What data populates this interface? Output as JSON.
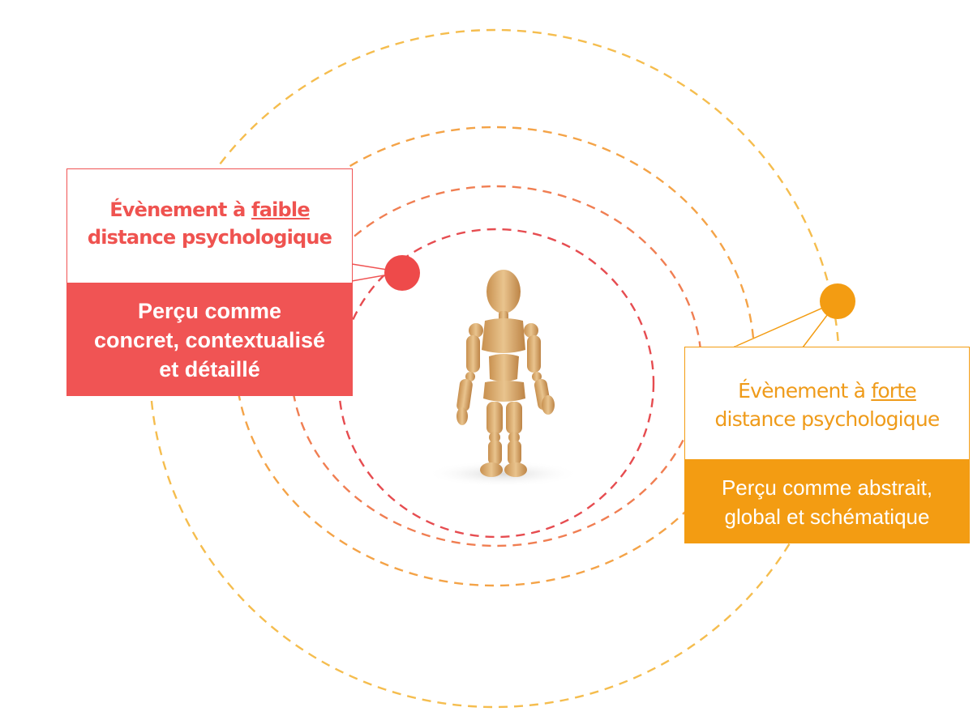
{
  "near_event": {
    "title_line1_prefix": "Évènement à ",
    "title_line1_underlined": "faible",
    "title_line2": "distance psychologique",
    "description_lines": [
      "Perçu comme",
      "concret, contextualisé",
      "et détaillé"
    ],
    "color": "#f05454"
  },
  "far_event": {
    "title_line1_prefix": "Évènement à ",
    "title_line1_underlined": "forte",
    "title_line2": "distance psychologique",
    "description_lines": [
      "Perçu comme abstrait,",
      "global et schématique"
    ],
    "color": "#f39c12"
  },
  "center_image": "wooden-mannequin"
}
